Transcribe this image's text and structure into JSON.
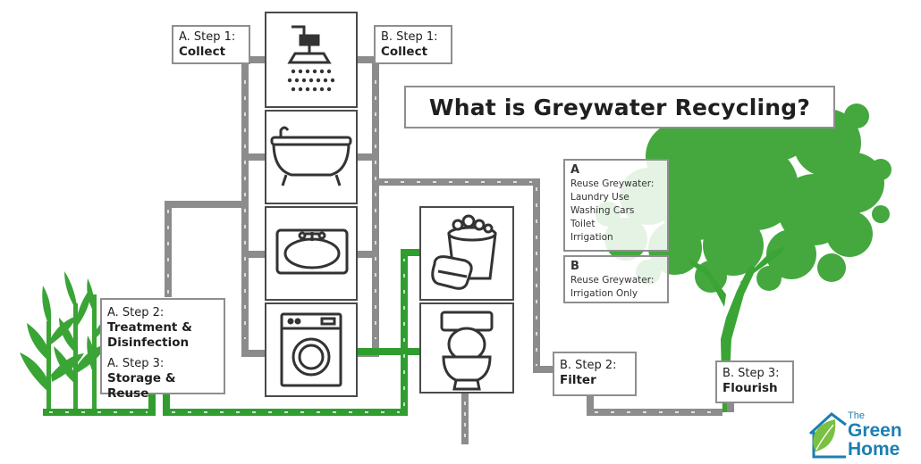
{
  "title": "What is Greywater Recycling?",
  "steps": {
    "a_step1": {
      "label": "A. Step 1:",
      "value": "Collect"
    },
    "b_step1": {
      "label": "B. Step 1:",
      "value": "Collect"
    },
    "a_step2": {
      "label": "A. Step 2:",
      "value_line1": "Treatment &",
      "value_line2": "Disinfection"
    },
    "a_step3": {
      "label": "A. Step 3:",
      "value": "Storage & Reuse"
    },
    "b_step2": {
      "label": "B. Step 2:",
      "value": "Filter"
    },
    "b_step3": {
      "label": "B. Step 3:",
      "value": "Flourish"
    }
  },
  "option_a": {
    "letter": "A",
    "heading": "Reuse Greywater:",
    "uses": [
      "Laundry Use",
      "Washing Cars",
      "Toilet",
      "Irrigation"
    ]
  },
  "option_b": {
    "letter": "B",
    "heading": "Reuse Greywater:",
    "uses": [
      "Irrigation Only"
    ]
  },
  "fixtures": [
    "shower-icon",
    "bathtub-icon",
    "sink-icon",
    "washing-machine-icon",
    "bucket-sponge-icon",
    "toilet-icon"
  ],
  "logo": {
    "line1": "The",
    "line2": "Green",
    "line3": "Home"
  },
  "colors": {
    "grey_pipe": "#8c8c8c",
    "green_pipe": "#2f9e2f",
    "tree_green": "#3aa435",
    "box_border": "#8e8e8e",
    "text": "#1f1f1f",
    "logo_blue": "#1b7fb3"
  }
}
